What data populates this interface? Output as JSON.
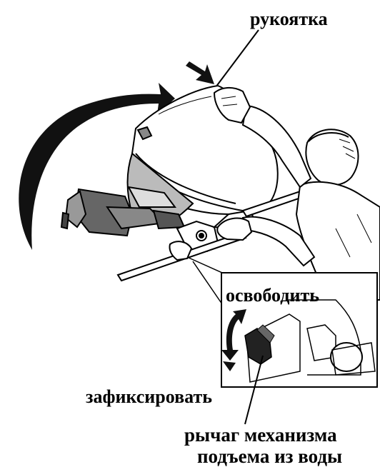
{
  "labels": {
    "handle": "рукоятка",
    "release": "освободить",
    "lock": "зафиксировать",
    "lever_line1": "рычаг механизма",
    "lever_line2": "подъема из воды"
  },
  "colors": {
    "ink": "#000000",
    "paper": "#ffffff",
    "fill_dark": "#111111",
    "fill_mid": "#555555",
    "fill_light": "#cfcfcf"
  }
}
